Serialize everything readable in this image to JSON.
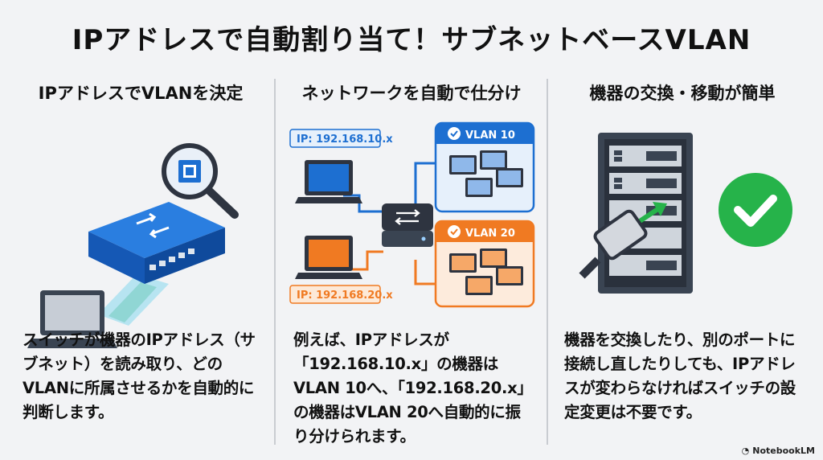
{
  "title": "IPアドレスで自動割り当て！サブネットベースVLAN",
  "columns": [
    {
      "heading": "IPアドレスでVLANを決定",
      "body": "スイッチが機器のIPアドレス（サブネット）を読み取り、どのVLANに所属させるかを自動的に判断します。"
    },
    {
      "heading": "ネットワークを自動で仕分け",
      "body": "例えば、IPアドレスが「192.168.10.x」の機器はVLAN 10へ、「192.168.20.x」の機器はVLAN 20へ自動的に振り分けられます。",
      "ip_top": "IP: 192.168.10.x",
      "ip_bottom": "IP: 192.168.20.x",
      "vlan_top": "VLAN 10",
      "vlan_bottom": "VLAN 20"
    },
    {
      "heading": "機器の交換・移動が簡単",
      "body": "機器を交換したり、別のポートに接続し直したりしても、IPアドレスが変わらなければスイッチの設定変更は不要です。"
    }
  ],
  "footer": "NotebookLM",
  "colors": {
    "blue": "#1d6fd1",
    "orange": "#f07a22",
    "green": "#26b34a",
    "dark": "#3a4452"
  }
}
